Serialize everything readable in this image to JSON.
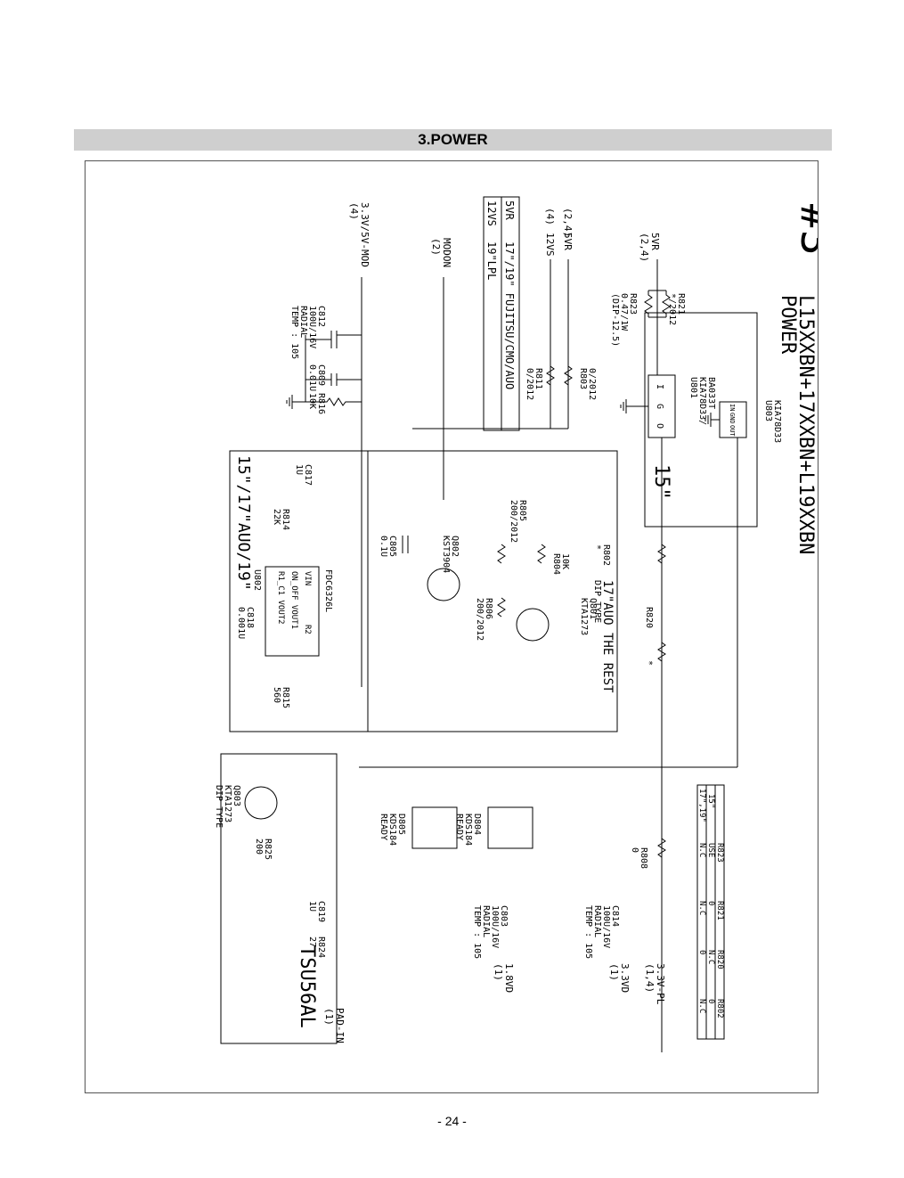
{
  "page": {
    "section_title": "3.POWER",
    "page_number": "- 24 -"
  },
  "schematic": {
    "title_mark": "#3",
    "title_main": "L15XXBN+17XXBN+L19XXBN",
    "title_sub": "POWER",
    "panel_label_15": "15\"",
    "block_auo_rest": "17\"AUO THE REST",
    "block_auo19": "15\"/17\"AUO/19\"",
    "block_tsu": "TSU56AL",
    "supply_table": {
      "rows": [
        [
          "5VR",
          "17\"/19\" FUJITSU/CMO/AUO"
        ],
        [
          "12VS",
          "19\"LPL"
        ]
      ]
    },
    "config_table": {
      "headers": [
        "",
        "R823",
        "R821",
        "R820",
        "R802"
      ],
      "rows": [
        [
          "15\"",
          "USE",
          "0",
          "N.C",
          "0"
        ],
        [
          "17\",19\"",
          "N.C",
          "N.C",
          "0",
          "N.C"
        ]
      ]
    },
    "nets": {
      "v33_5v_mod": "3.3V/5V-MOD",
      "v33_5v_mod_ref": "(4)",
      "modon": "MODON",
      "modon_ref": "(2)",
      "v12vs": "12VS",
      "v12vs_ref": "(4)",
      "v5vr_a": "5VR",
      "v5vr_a_ref": "(2,4)",
      "v5vr_b": "5VR",
      "v5vr_b_ref": "(2,4)",
      "v33_pl": "3.3V-PL",
      "v33_pl_ref": "(1,4)",
      "v33vd": "3.3VD",
      "v33vd_ref": "(1)",
      "v18vd": "1.8VD",
      "v18vd_ref": "(1)",
      "pad_in": "PAD-IN",
      "pad_in_ref": "(1)"
    },
    "components": {
      "c812": [
        "C812",
        "100U/16V",
        "RADIAL",
        "TEMP : 105"
      ],
      "c809": [
        "C809",
        "0.01U"
      ],
      "r816": [
        "R816",
        "10K"
      ],
      "r803": [
        "R803",
        "0/2012"
      ],
      "r811": [
        "R811",
        "0/2012"
      ],
      "r821": [
        "R821",
        "*/2012"
      ],
      "r823": [
        "R823",
        "0.47/1W",
        "(DIP-12.5)"
      ],
      "u801": [
        "U801",
        "KIA78D33/",
        "BA033T"
      ],
      "u803": [
        "U803",
        "KIA78D33"
      ],
      "c817": [
        "C817",
        "1U"
      ],
      "r814": [
        "R814",
        "22K"
      ],
      "u802": [
        "U802",
        "FDC6326L"
      ],
      "u802_pins": [
        "VIN",
        "R2",
        "ON_OFF VOUT1",
        "R1_C1 VOUT2"
      ],
      "c818": [
        "C818",
        "0.001U"
      ],
      "r815": [
        "R815",
        "560"
      ],
      "c805": [
        "C805",
        "0.1U"
      ],
      "q802": [
        "Q802",
        "KST3904"
      ],
      "r805": [
        "R805",
        "200/2012"
      ],
      "r806": [
        "R806",
        "200/2012"
      ],
      "r804": [
        "R804",
        "10K"
      ],
      "r802": [
        "R802",
        "*"
      ],
      "q801": [
        "Q801",
        "KTA1273",
        "DIP TYPE"
      ],
      "r820": [
        "R820",
        "*"
      ],
      "d805": [
        "D805",
        "KDS184",
        "READY"
      ],
      "d804": [
        "D804",
        "KDS184",
        "READY"
      ],
      "r808": [
        "R808",
        "0"
      ],
      "c803": [
        "C803",
        "100U/16V",
        "RADIAL",
        "TEMP : 105"
      ],
      "c814": [
        "C814",
        "100U/16V",
        "RADIAL",
        "TEMP : 105"
      ],
      "q803": [
        "Q803",
        "KTA1273",
        "DIP TYPE"
      ],
      "r825": [
        "R825",
        "200"
      ],
      "c819": [
        "C819",
        "1U"
      ],
      "r824": [
        "R824",
        "27"
      ]
    },
    "regulator_pins": {
      "in": "I",
      "gnd": "G",
      "out": "O",
      "in_small": "IN",
      "gnd_small": "GND",
      "out_small": "OUT"
    }
  }
}
